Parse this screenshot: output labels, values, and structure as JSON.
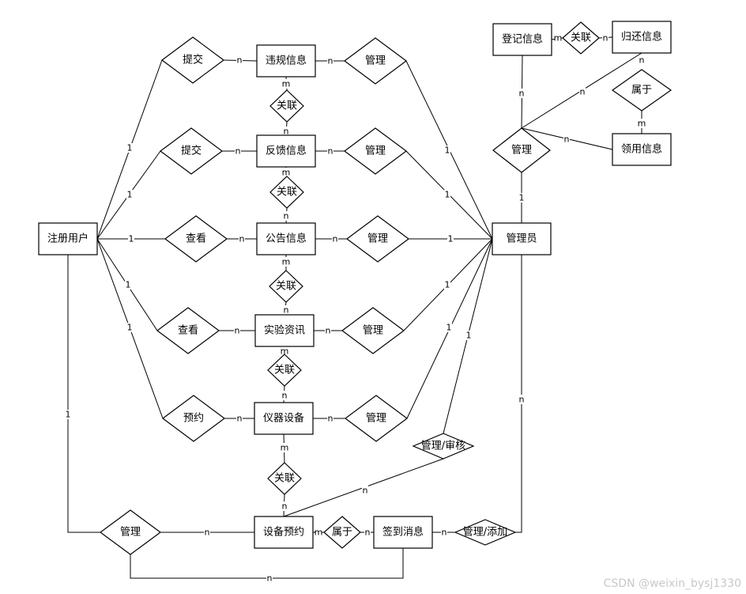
{
  "diagram": {
    "entities": [
      {
        "id": "e-user",
        "label": "注册用户"
      },
      {
        "id": "e-violation",
        "label": "违规信息"
      },
      {
        "id": "e-feedback",
        "label": "反馈信息"
      },
      {
        "id": "e-notice",
        "label": "公告信息"
      },
      {
        "id": "e-lab-news",
        "label": "实验资讯"
      },
      {
        "id": "e-instrument",
        "label": "仪器设备"
      },
      {
        "id": "e-reservation",
        "label": "设备预约"
      },
      {
        "id": "e-checkin",
        "label": "签到消息"
      },
      {
        "id": "e-admin",
        "label": "管理员"
      },
      {
        "id": "e-register",
        "label": "登记信息"
      },
      {
        "id": "e-return",
        "label": "归还信息"
      },
      {
        "id": "e-borrow",
        "label": "领用信息"
      }
    ],
    "relationships": [
      {
        "id": "r-submit-1",
        "label": "提交"
      },
      {
        "id": "r-submit-2",
        "label": "提交"
      },
      {
        "id": "r-view-1",
        "label": "查看"
      },
      {
        "id": "r-view-2",
        "label": "查看"
      },
      {
        "id": "r-reserve",
        "label": "预约"
      },
      {
        "id": "r-manage-1",
        "label": "管理"
      },
      {
        "id": "r-manage-2",
        "label": "管理"
      },
      {
        "id": "r-manage-3",
        "label": "管理"
      },
      {
        "id": "r-manage-4",
        "label": "管理"
      },
      {
        "id": "r-manage-5",
        "label": "管理"
      },
      {
        "id": "r-assoc-1",
        "label": "关联"
      },
      {
        "id": "r-assoc-2",
        "label": "关联"
      },
      {
        "id": "r-assoc-3",
        "label": "关联"
      },
      {
        "id": "r-assoc-4",
        "label": "关联"
      },
      {
        "id": "r-assoc-5",
        "label": "关联"
      },
      {
        "id": "r-manage-audit",
        "label": "管理/审核"
      },
      {
        "id": "r-manage-user",
        "label": "管理"
      },
      {
        "id": "r-belongs-1",
        "label": "属于"
      },
      {
        "id": "r-manage-add",
        "label": "管理/添加"
      },
      {
        "id": "r-manage-top",
        "label": "管理"
      },
      {
        "id": "r-assoc-top",
        "label": "关联"
      },
      {
        "id": "r-belongs-2",
        "label": "属于"
      }
    ],
    "cardinalities": [
      "1",
      "n",
      "m"
    ]
  },
  "watermark": "CSDN @weixin_bysj1330"
}
